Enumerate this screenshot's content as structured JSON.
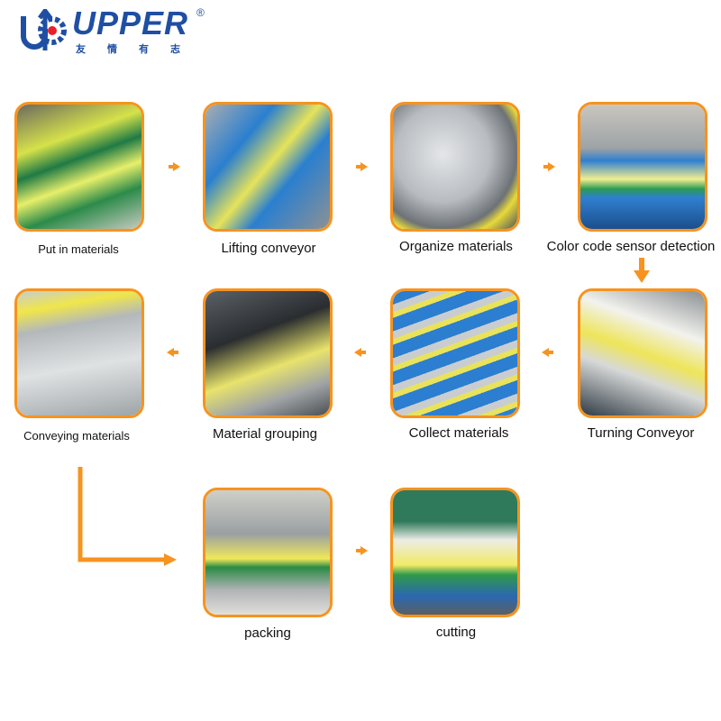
{
  "logo": {
    "text": "UPPER",
    "registered": "®",
    "chinese": "友情有志",
    "colors": {
      "blue": "#1f4fa3",
      "red": "#e8202a"
    }
  },
  "accent": "#f7931e",
  "steps": [
    {
      "label": "Put in materials"
    },
    {
      "label": "Lifting conveyor"
    },
    {
      "label": "Organize materials"
    },
    {
      "label": "Color code sensor detection"
    },
    {
      "label": "Turning Conveyor"
    },
    {
      "label": "Collect materials"
    },
    {
      "label": "Material grouping"
    },
    {
      "label": "Conveying materials"
    },
    {
      "label": "packing"
    },
    {
      "label": "cutting"
    }
  ]
}
